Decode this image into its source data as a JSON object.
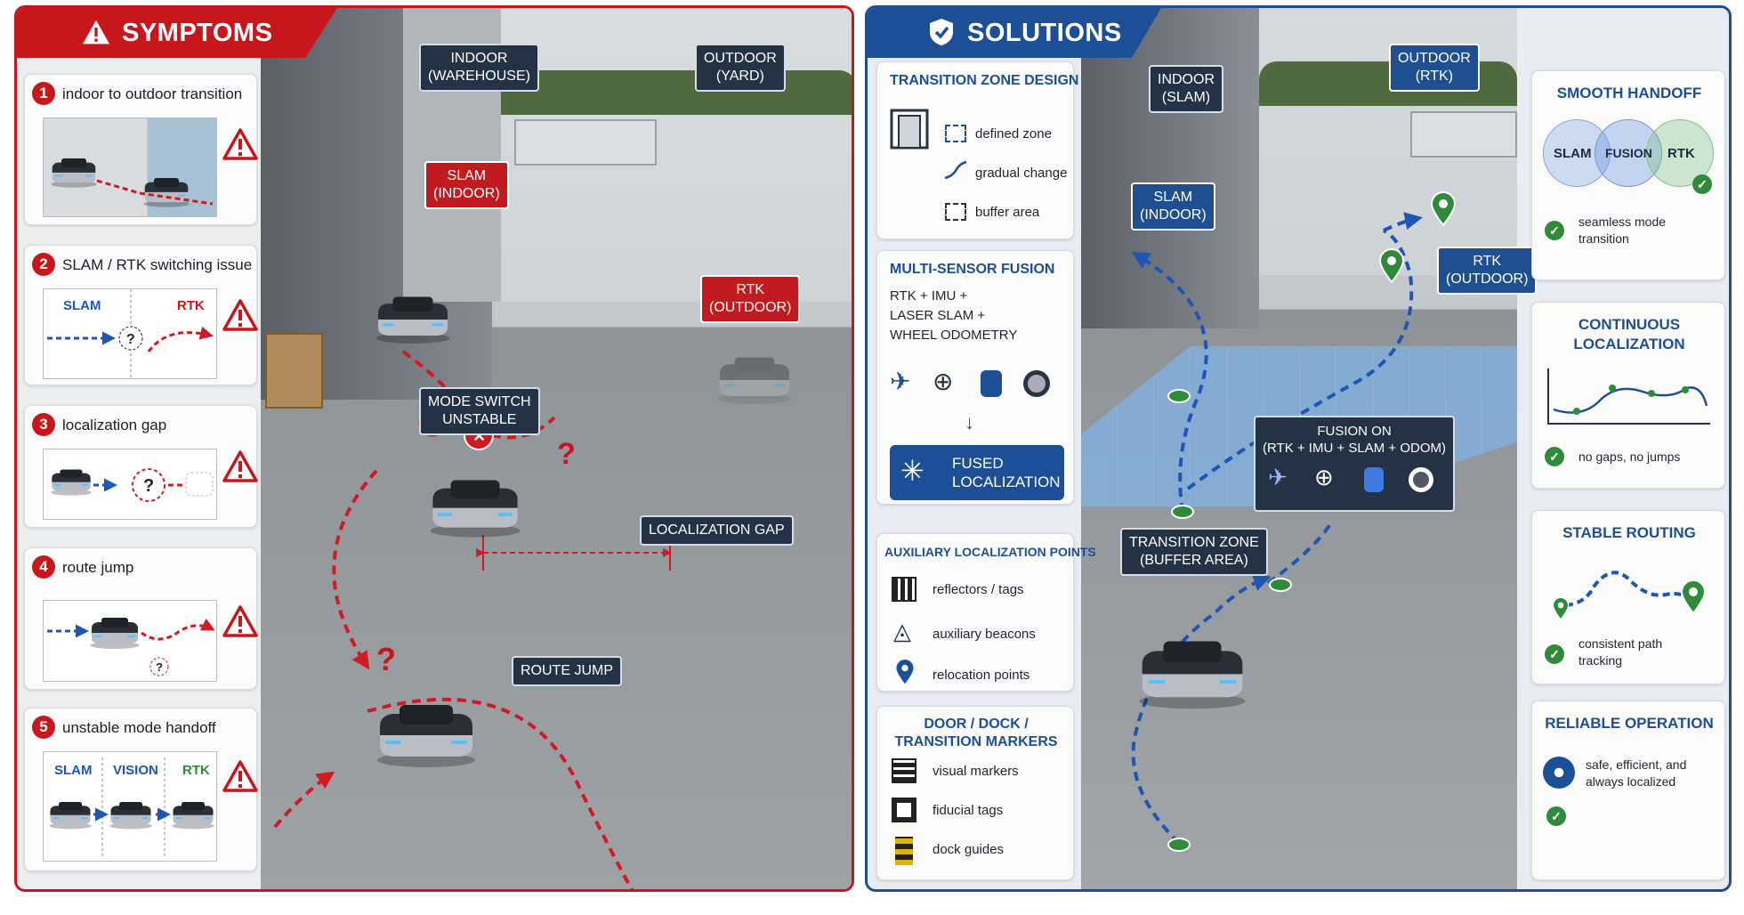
{
  "symptoms": {
    "title": "SYMPTOMS",
    "cards": [
      {
        "num": "1",
        "title": "indoor to outdoor transition"
      },
      {
        "num": "2",
        "title": "SLAM / RTK switching issue",
        "slam": "SLAM",
        "rtk": "RTK"
      },
      {
        "num": "3",
        "title": "localization gap"
      },
      {
        "num": "4",
        "title": "route jump"
      },
      {
        "num": "5",
        "title": "unstable mode handoff",
        "slam": "SLAM",
        "vision": "VISION",
        "rtk": "RTK"
      }
    ],
    "scene": {
      "indoor": "INDOOR\n(WAREHOUSE)",
      "outdoor": "OUTDOOR\n(YARD)",
      "slam": "SLAM\n(INDOOR)",
      "rtk": "RTK\n(OUTDOOR)",
      "mode_switch": "MODE SWITCH\nUNSTABLE",
      "gap": "LOCALIZATION GAP",
      "jump": "ROUTE JUMP"
    }
  },
  "solutions": {
    "title": "SOLUTIONS",
    "transition": {
      "title": "TRANSITION ZONE DESIGN",
      "items": [
        "defined zone",
        "gradual change",
        "buffer area"
      ]
    },
    "fusion": {
      "title": "MULTI-SENSOR FUSION",
      "text": "RTK + IMU +\nLASER SLAM +\nWHEEL ODOMETRY",
      "button": "FUSED\nLOCALIZATION"
    },
    "aux": {
      "title": "AUXILIARY LOCALIZATION POINTS",
      "items": [
        "reflectors / tags",
        "auxiliary beacons",
        "relocation points"
      ]
    },
    "door": {
      "title": "DOOR / DOCK /\nTRANSITION MARKERS",
      "items": [
        "visual markers",
        "fiducial tags",
        "dock guides"
      ]
    },
    "scene": {
      "indoor": "INDOOR\n(SLAM)",
      "outdoor": "OUTDOOR\n(RTK)",
      "slam": "SLAM\n(INDOOR)",
      "rtk": "RTK\n(OUTDOOR)",
      "fusion_on": "FUSION ON\n(RTK + IMU + SLAM + ODOM)",
      "zone": "TRANSITION ZONE\n(BUFFER AREA)"
    },
    "benefits": [
      {
        "title": "SMOOTH HANDOFF",
        "venn": [
          "SLAM",
          "FUSION",
          "RTK"
        ],
        "text": "seamless mode\ntransition"
      },
      {
        "title": "CONTINUOUS\nLOCALIZATION",
        "text": "no gaps, no jumps"
      },
      {
        "title": "STABLE ROUTING",
        "text": "consistent path\ntracking"
      },
      {
        "title": "RELIABLE OPERATION",
        "text": "safe, efficient, and\nalways localized"
      }
    ]
  },
  "colors": {
    "red": "#c8161d",
    "blue": "#1d4f96",
    "green": "#2f8a3a"
  }
}
